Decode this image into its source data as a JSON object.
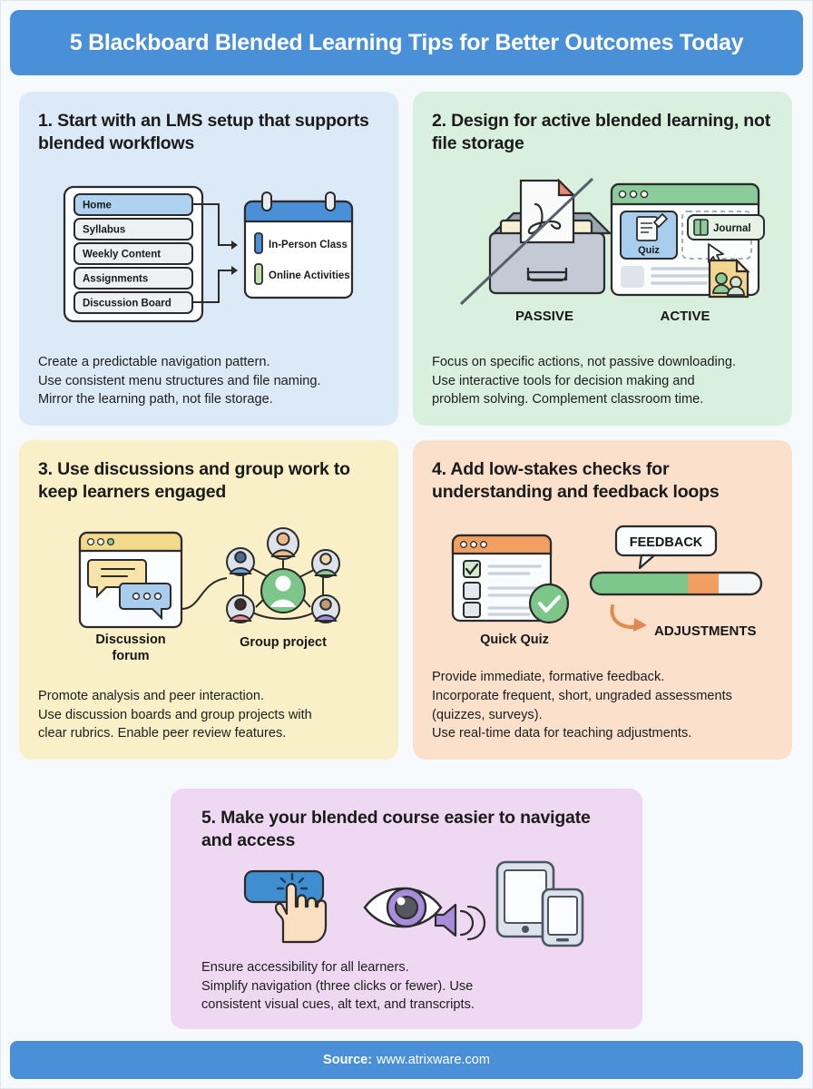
{
  "header": {
    "title": "5 Blackboard Blended Learning Tips for Better Outcomes Today"
  },
  "footer": {
    "source_label": "Source:",
    "source_value": "www.atrixware.com"
  },
  "colors": {
    "brand_blue": "#4a90d9",
    "page_bg": "#f7fafd",
    "card1_bg": "#dceaf7",
    "card2_bg": "#d9f0df",
    "card3_bg": "#faf0c7",
    "card4_bg": "#fbe0cc",
    "card5_bg": "#eed8f2",
    "accent_green": "#7cc68a",
    "accent_orange": "#f0a060",
    "accent_purple": "#9b7fd4"
  },
  "cards": [
    {
      "number": "1.",
      "title": "1. Start with an LMS setup that supports blended workflows",
      "body": "Create a predictable navigation pattern.\nUse consistent menu structures and file naming.\nMirror the learning path, not file storage.",
      "art": {
        "menu_items": [
          "Home",
          "Syllabus",
          "Weekly Content",
          "Assignments",
          "Discussion Board"
        ],
        "calendar_entries": [
          "In-Person Class",
          "Online Activities"
        ]
      }
    },
    {
      "number": "2.",
      "title": "2. Design for active blended learning, not file storage",
      "body": "Focus on specific actions, not passive downloading.\nUse interactive tools for decision making and\nproblem solving. Complement classroom time.",
      "art": {
        "left_label": "PASSIVE",
        "right_label": "ACTIVE",
        "quiz_label": "Quiz",
        "journal_label": "Journal"
      }
    },
    {
      "number": "3.",
      "title": "3. Use discussions and group work to keep learners engaged",
      "body": "Promote analysis and peer interaction.\nUse discussion boards and group projects with\nclear rubrics. Enable peer review features.",
      "art": {
        "left_label": "Discussion\nforum",
        "right_label": "Group project"
      }
    },
    {
      "number": "4.",
      "title": "4. Add low-stakes checks for understanding and feedback loops",
      "body": "Provide immediate, formative feedback.\nIncorporate frequent, short, ungraded assessments\n(quizzes, surveys).\nUse real-time data for teaching adjustments.",
      "art": {
        "quiz_label": "Quick Quiz",
        "feedback_label": "FEEDBACK",
        "adjustments_label": "ADJUSTMENTS",
        "progress_green_pct": 57,
        "progress_orange_pct": 18
      }
    },
    {
      "number": "5.",
      "title": "5. Make your blended course easier to navigate and access",
      "body": "Ensure accessibility for all learners.\nSimplify navigation (three clicks or fewer). Use\nconsistent visual cues, alt text, and transcripts.",
      "art": {
        "icons": [
          "tap-button-icon",
          "eye-audio-icon",
          "tablet-phone-icon"
        ]
      }
    }
  ]
}
